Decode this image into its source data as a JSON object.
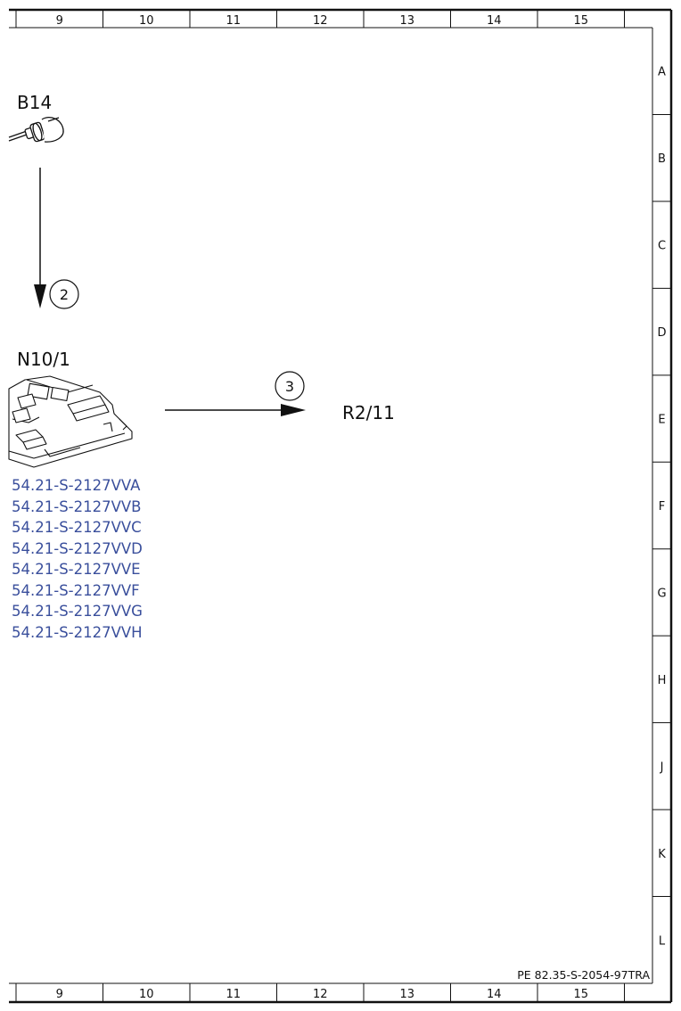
{
  "frame": {
    "columns": [
      "9",
      "10",
      "11",
      "12",
      "13",
      "14",
      "15"
    ],
    "rows": [
      "A",
      "B",
      "C",
      "D",
      "E",
      "F",
      "G",
      "H",
      "J",
      "K",
      "L"
    ]
  },
  "components": {
    "b14": "B14",
    "n10_1": "N10/1",
    "r2_11": "R2/11"
  },
  "callouts": {
    "c2": "2",
    "c3": "3"
  },
  "references": [
    "54.21-S-2127VVA",
    "54.21-S-2127VVB",
    "54.21-S-2127VVC",
    "54.21-S-2127VVD",
    "54.21-S-2127VVE",
    "54.21-S-2127VVF",
    "54.21-S-2127VVG",
    "54.21-S-2127VVH"
  ],
  "document_id": "PE 82.35-S-2054-97TRA",
  "colors": {
    "line": "#111111",
    "reference_link": "#3a4f9c"
  }
}
